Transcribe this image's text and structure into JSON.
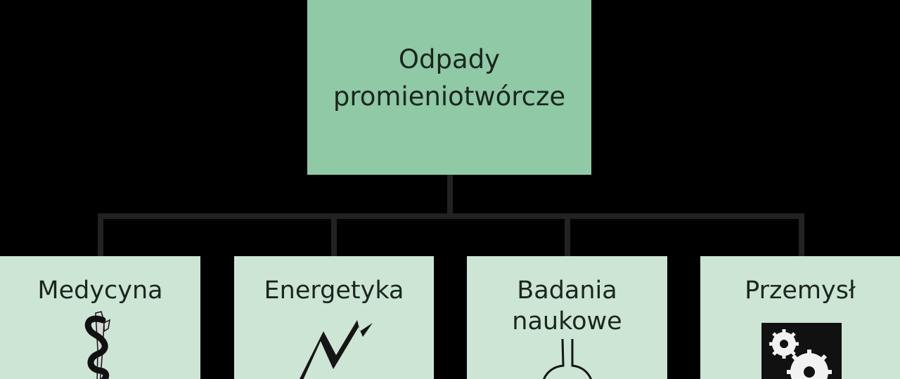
{
  "diagram": {
    "root": {
      "label_line1": "Odpady",
      "label_line2": "promieniotwórcze",
      "color": "#8fc9a5"
    },
    "children": [
      {
        "label": "Medycyna",
        "icon": "rod-of-asclepius-icon"
      },
      {
        "label": "Energetyka",
        "icon": "lightning-bolt-icon"
      },
      {
        "label_line1": "Badania",
        "label_line2": "naukowe",
        "icon": "laboratory-flask-icon"
      },
      {
        "label": "Przemysł",
        "icon": "gears-icon"
      }
    ],
    "child_color": "#cde5d5",
    "connector_color": "#222222"
  }
}
